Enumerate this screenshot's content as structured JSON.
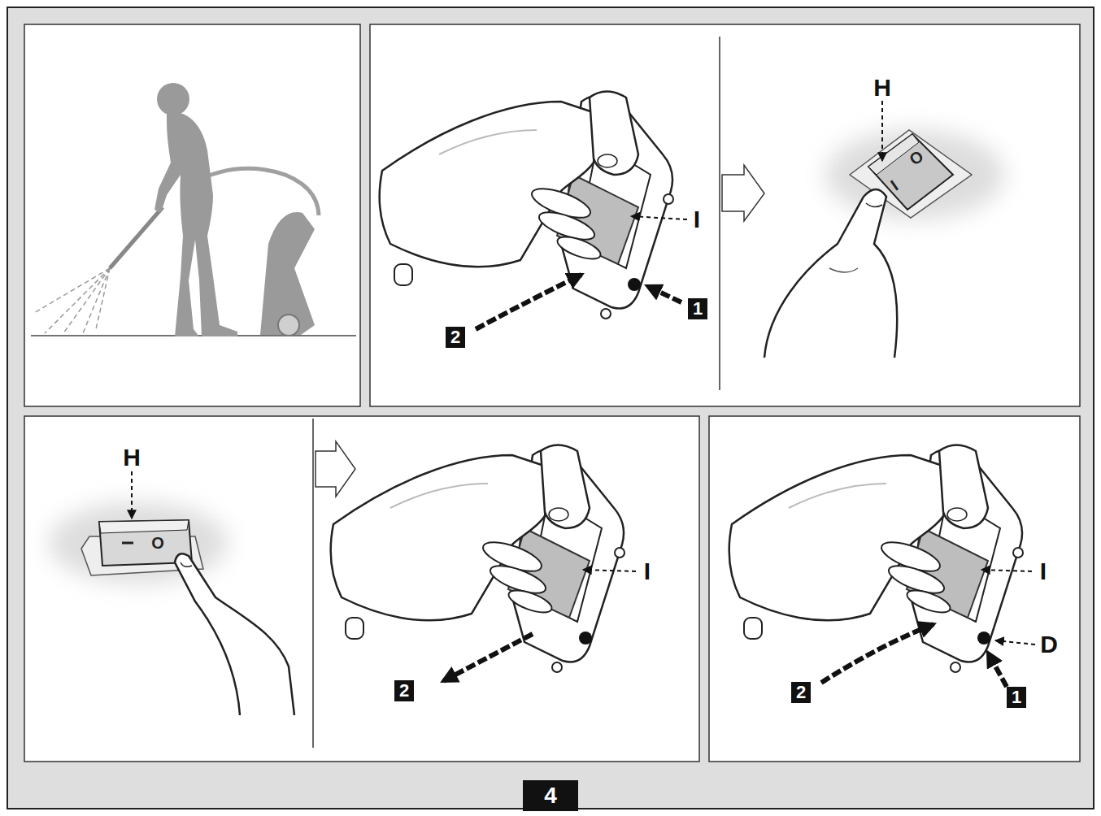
{
  "diagram": {
    "labels": [
      "I",
      "1",
      "2",
      "H",
      "O",
      "I",
      "H",
      "O",
      "I",
      "2",
      "I",
      "D",
      "2",
      "1",
      "4"
    ]
  }
}
